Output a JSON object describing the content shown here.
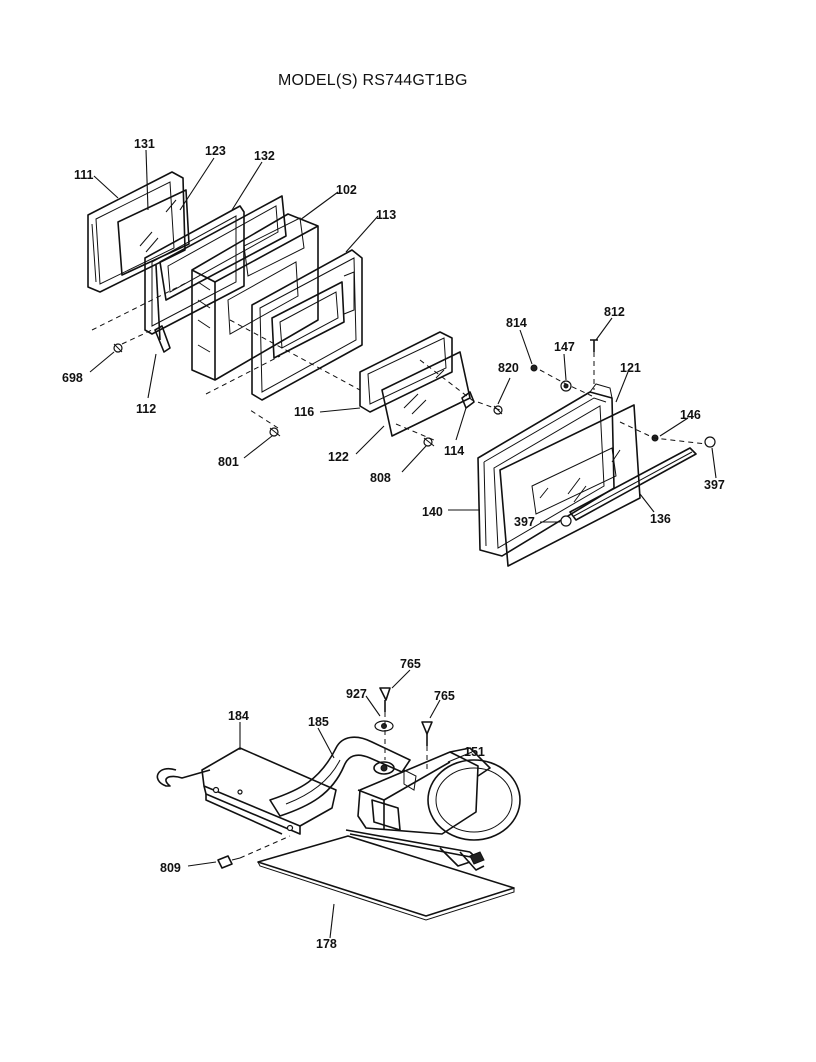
{
  "title": "MODEL(S) RS744GT1BG",
  "labels": {
    "l111": "111",
    "l131": "131",
    "l123": "123",
    "l132": "132",
    "l102": "102",
    "l113": "113",
    "l698": "698",
    "l112": "112",
    "l116": "116",
    "l801": "801",
    "l122": "122",
    "l808": "808",
    "l114": "114",
    "l820": "820",
    "l814": "814",
    "l147": "147",
    "l812": "812",
    "l121": "121",
    "l146": "146",
    "l397a": "397",
    "l140": "140",
    "l397b": "397",
    "l136": "136",
    "l765a": "765",
    "l927": "927",
    "l765b": "765",
    "l184": "184",
    "l185": "185",
    "l151": "151",
    "l809": "809",
    "l178": "178"
  },
  "colors": {
    "line": "#111111",
    "background": "#ffffff"
  }
}
